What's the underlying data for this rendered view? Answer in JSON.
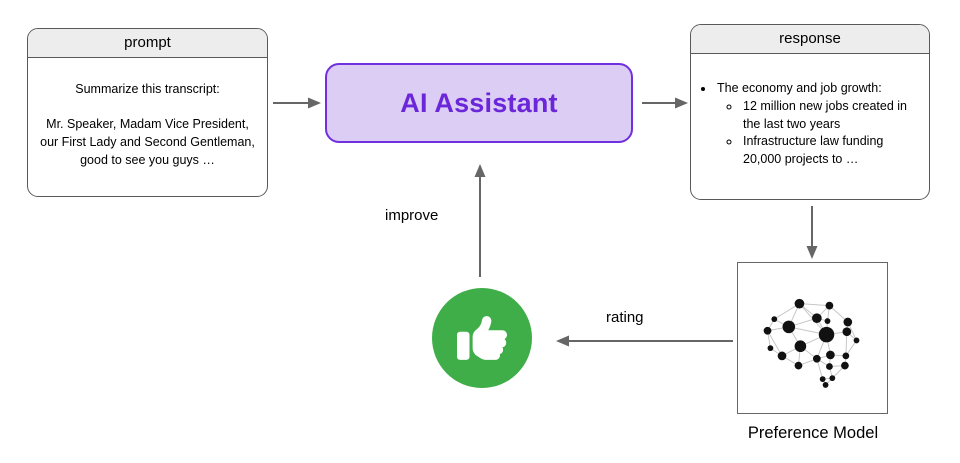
{
  "diagram": {
    "prompt_card": {
      "title": "prompt",
      "instruction": "Summarize this transcript:",
      "transcript": "Mr. Speaker, Madam Vice President, our First Lady and Second Gentleman, good to see you guys …"
    },
    "assistant_box": {
      "label": "AI Assistant"
    },
    "response_card": {
      "title": "response",
      "bullet": "The economy and job growth:",
      "sub_bullets": [
        "12 million new jobs created in the last two years",
        "Infrastructure law funding 20,000 projects to …"
      ]
    },
    "flow_labels": {
      "improve": "improve",
      "rating": "rating"
    },
    "preference_model": {
      "label": "Preference Model"
    },
    "icons": {
      "thumb": "thumbs-up-icon",
      "brain": "brain-network-icon"
    },
    "colors": {
      "assistant_border": "#7130E0",
      "assistant_fill": "#DCCDF5",
      "assistant_text": "#6B26D9",
      "thumb_green": "#3FAE49",
      "arrow_gray": "#666666",
      "card_border": "#595959",
      "card_header_fill": "#EDEDED",
      "text": "#000000"
    }
  }
}
